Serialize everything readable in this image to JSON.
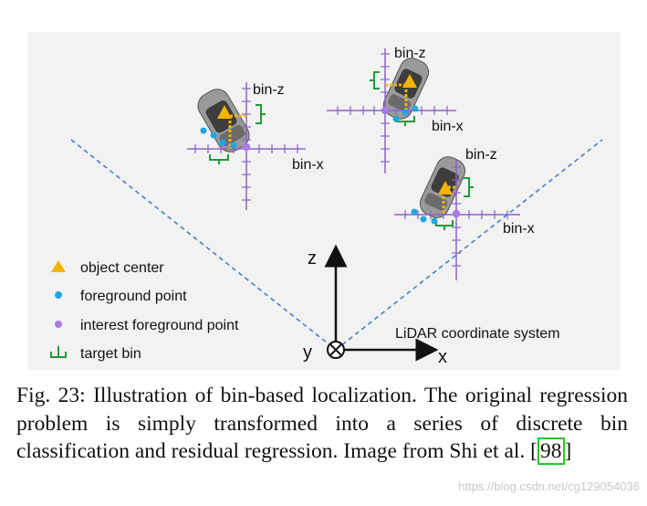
{
  "figure": {
    "bin_z_label": "bin-z",
    "bin_x_label": "bin-x",
    "axis_z": "z",
    "axis_y": "y",
    "axis_x": "x",
    "coord_label": "LiDAR coordinate system",
    "legend": [
      {
        "label": "object center",
        "marker": "triangle",
        "color": "#f5b400"
      },
      {
        "label": "foreground point",
        "marker": "dot",
        "color": "#1fa7e0"
      },
      {
        "label": "interest foreground point",
        "marker": "dot",
        "color": "#a87be6"
      },
      {
        "label": "target bin",
        "marker": "bracket",
        "color": "#1f9a3a"
      }
    ],
    "colors": {
      "grid": "#8a64c9",
      "fov": "#3a78c9",
      "car": "#8f8f8f"
    }
  },
  "caption": {
    "prefix": "Fig. 23: Illustration of bin-based localization. The original regression problem is simply transformed into a series of discrete bin classification and residual regression. Image from Shi et al. [",
    "ref": "98",
    "suffix": "]"
  },
  "watermark": "https://blog.csdn.net/cg129054036"
}
